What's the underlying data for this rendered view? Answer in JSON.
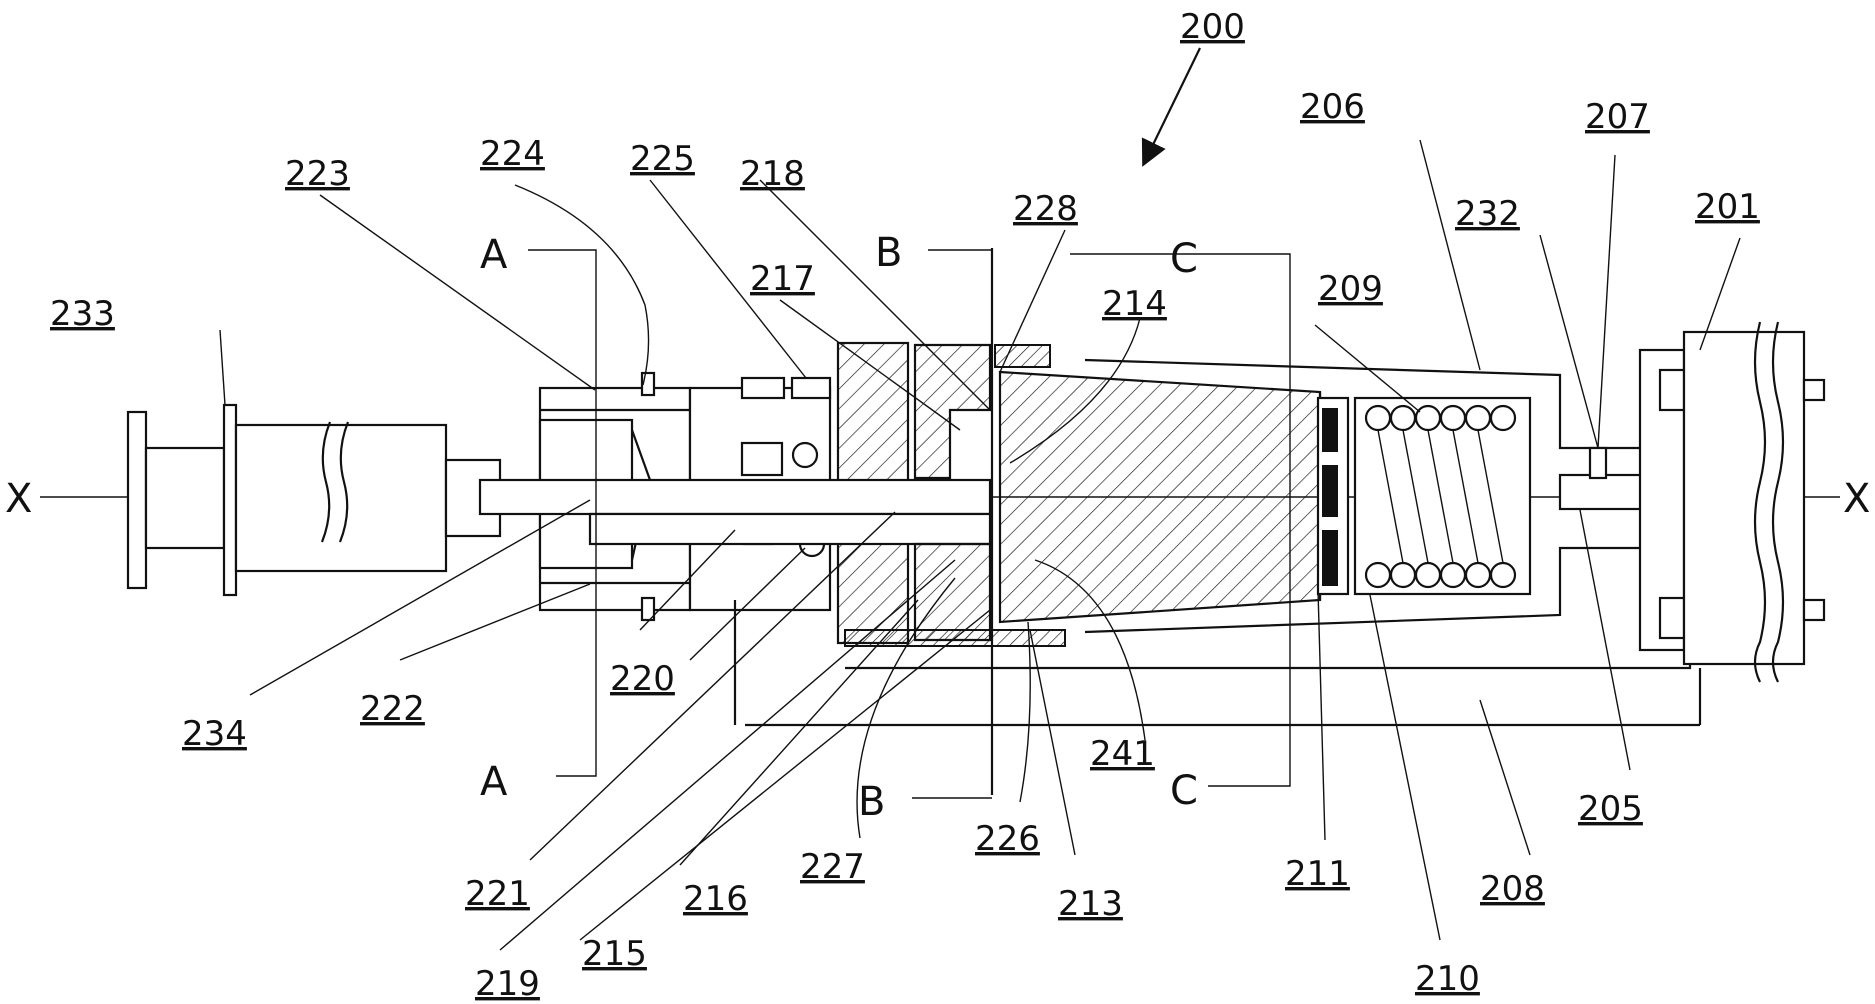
{
  "colors": {
    "line": "#111111",
    "background": "#ffffff"
  },
  "figure_number": "200",
  "axis_label": "X",
  "section_labels": [
    "A",
    "B",
    "C"
  ],
  "parts": [
    "201",
    "205",
    "206",
    "207",
    "208",
    "209",
    "210",
    "211",
    "213",
    "214",
    "215",
    "216",
    "217",
    "218",
    "219",
    "220",
    "221",
    "222",
    "223",
    "224",
    "225",
    "226",
    "227",
    "228",
    "232",
    "233",
    "234",
    "241"
  ]
}
